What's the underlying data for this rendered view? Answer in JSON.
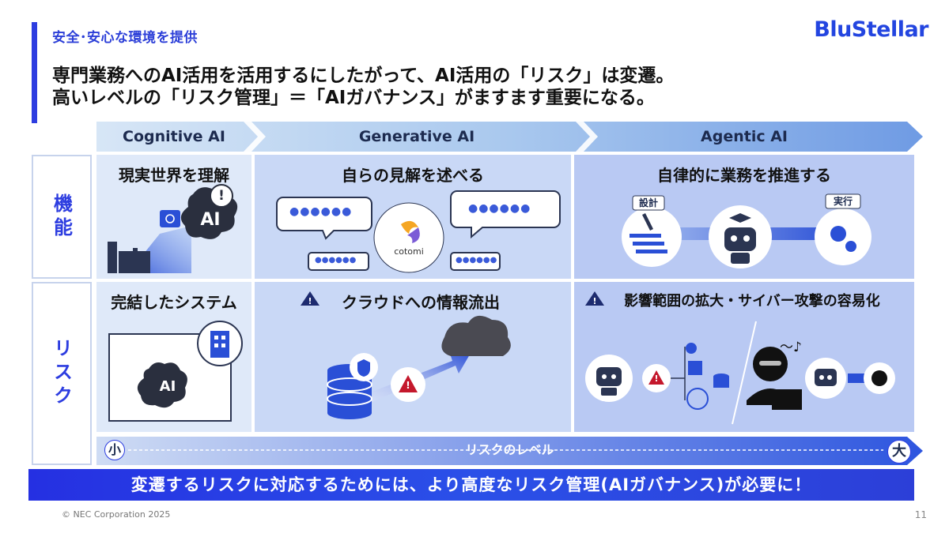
{
  "header": {
    "section_label": "安全･安心な環境を提供",
    "brand": "BluStellar",
    "headline_line1": "専門業務へのAI活用を活用するにしたがって、AI活用の「リスク」は変遷。",
    "headline_line2": "高いレベルの「リスク管理」＝「AIガバナンス」がますます重要になる。"
  },
  "eras": [
    {
      "label": "Cognitive AI"
    },
    {
      "label": "Generative AI"
    },
    {
      "label": "Agentic AI"
    }
  ],
  "rows": {
    "function": "機能",
    "risk": "リスク"
  },
  "function_row": {
    "cognitive": {
      "title": "現実世界を理解",
      "badge": "AI",
      "alert": "!"
    },
    "generative": {
      "title": "自らの見解を述べる",
      "bubble_dots": "●●●●●●",
      "small_dots": "●●●●●●",
      "logo_text": "cotomi"
    },
    "agentic": {
      "title": "自律的に業務を推進する",
      "step1": "設計",
      "step2": "実行"
    }
  },
  "risk_row": {
    "cognitive": {
      "title": "完結したシステム",
      "badge": "AI"
    },
    "generative": {
      "title": "クラウドへの情報流出",
      "warning": "!"
    },
    "agentic": {
      "title": "影響範囲の拡大・サイバー攻撃の容易化",
      "warning": "!",
      "humming": "～♪"
    }
  },
  "risk_level": {
    "label": "リスクのレベル",
    "low": "小",
    "high": "大"
  },
  "conclusion": "変遷するリスクに対応するためには、より高度なリスク管理(AIガバナンス)が必要に！",
  "footer": {
    "copyright": "© NEC Corporation 2025",
    "page": "11"
  },
  "colors": {
    "accent": "#2d3de0",
    "cell_light": "#dfe9f9",
    "cell_mid": "#c9d8f6",
    "cell_dark": "#b9c9f3"
  }
}
